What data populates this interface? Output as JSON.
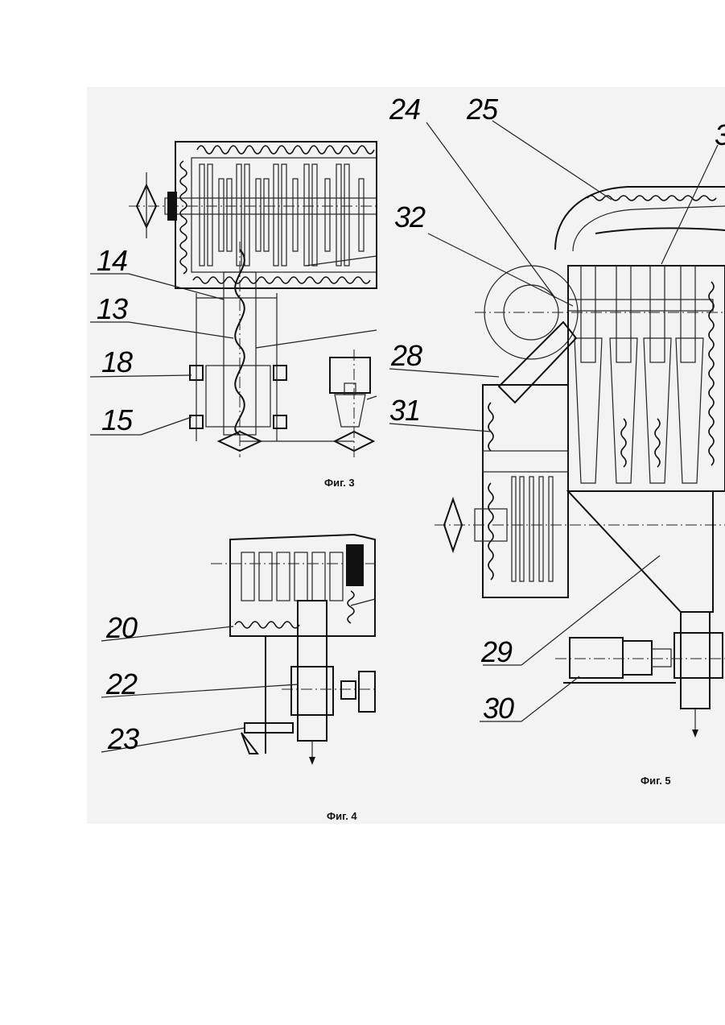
{
  "figures": [
    {
      "id": "fig3",
      "caption": "Фиг. 3"
    },
    {
      "id": "fig4",
      "caption": "Фиг. 4"
    },
    {
      "id": "fig5",
      "caption": "Фиг. 5"
    }
  ],
  "callouts": {
    "fig3": [
      "14",
      "13",
      "18",
      "15"
    ],
    "fig4": [
      "20",
      "22",
      "23"
    ],
    "fig5": [
      "24",
      "25",
      "32",
      "28",
      "31",
      "29",
      "30",
      "3"
    ]
  }
}
